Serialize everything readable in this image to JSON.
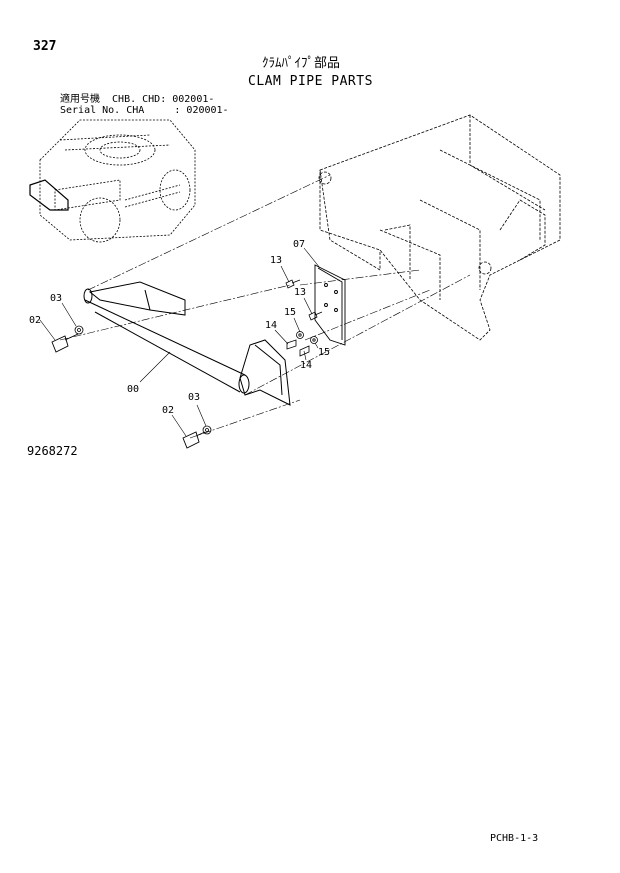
{
  "header": {
    "page_number": "327",
    "title_jp": "ｸﾗﾑﾊﾟｲﾌﾟ部品",
    "title_en": "CLAM PIPE PARTS"
  },
  "serial": {
    "line1": "適用号機  CHB. CHD: 002001-",
    "line2": "Serial No. CHA     : 020001-"
  },
  "diagram": {
    "drawing_number": "9268272",
    "callouts": [
      {
        "id": "c03a",
        "label": "03"
      },
      {
        "id": "c02a",
        "label": "02"
      },
      {
        "id": "c00",
        "label": "00"
      },
      {
        "id": "c02b",
        "label": "02"
      },
      {
        "id": "c03b",
        "label": "03"
      },
      {
        "id": "c07",
        "label": "07"
      },
      {
        "id": "c13a",
        "label": "13"
      },
      {
        "id": "c13b",
        "label": "13"
      },
      {
        "id": "c15a",
        "label": "15"
      },
      {
        "id": "c14a",
        "label": "14"
      },
      {
        "id": "c14b",
        "label": "14"
      },
      {
        "id": "c15b",
        "label": "15"
      }
    ]
  },
  "footer": {
    "code": "PCHB-1-3"
  }
}
